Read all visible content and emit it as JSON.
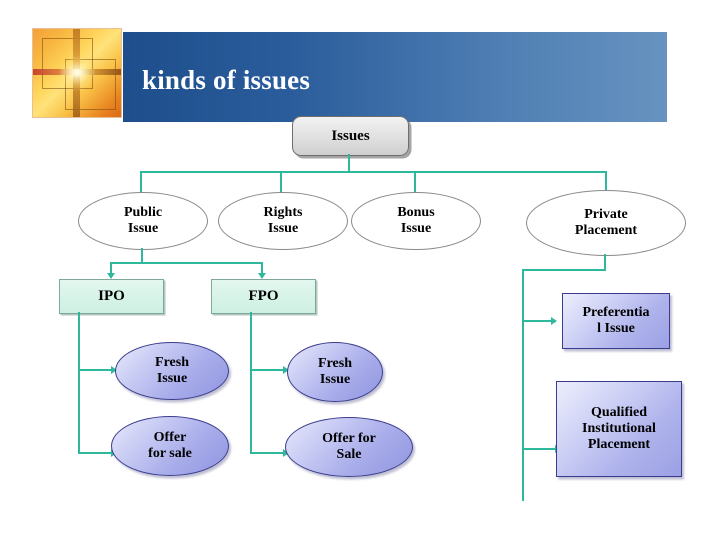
{
  "slide": {
    "title": "kinds of issues",
    "logo_icon": "sunburst-cross-logo",
    "accent_color": "#2fb99c",
    "banner_color_left": "#1e4e8c",
    "banner_color_right": "#6793c0"
  },
  "diagram": {
    "root": {
      "label": "Issues"
    },
    "level2": [
      {
        "label": "Public\nIssue",
        "line1": "Public",
        "line2": "Issue"
      },
      {
        "label": "Rights\nIssue",
        "line1": "Rights",
        "line2": "Issue"
      },
      {
        "label": "Bonus\nIssue",
        "line1": "Bonus",
        "line2": "Issue"
      },
      {
        "label": "Private\nPlacement",
        "line1": "Private",
        "line2": "Placement"
      }
    ],
    "level3": [
      {
        "label": "IPO"
      },
      {
        "label": "FPO"
      }
    ],
    "ipo_children": [
      {
        "line1": "Fresh",
        "line2": "Issue"
      },
      {
        "line1": "Offer",
        "line2": "for sale"
      }
    ],
    "fpo_children": [
      {
        "line1": "Fresh",
        "line2": "Issue"
      },
      {
        "line1": "Offer for",
        "line2": "Sale"
      }
    ],
    "private_children": [
      {
        "line1": "Preferentia",
        "line2": "l Issue",
        "line3": ""
      },
      {
        "line1": "Qualified",
        "line2": "Institutional",
        "line3": "Placement"
      }
    ]
  }
}
